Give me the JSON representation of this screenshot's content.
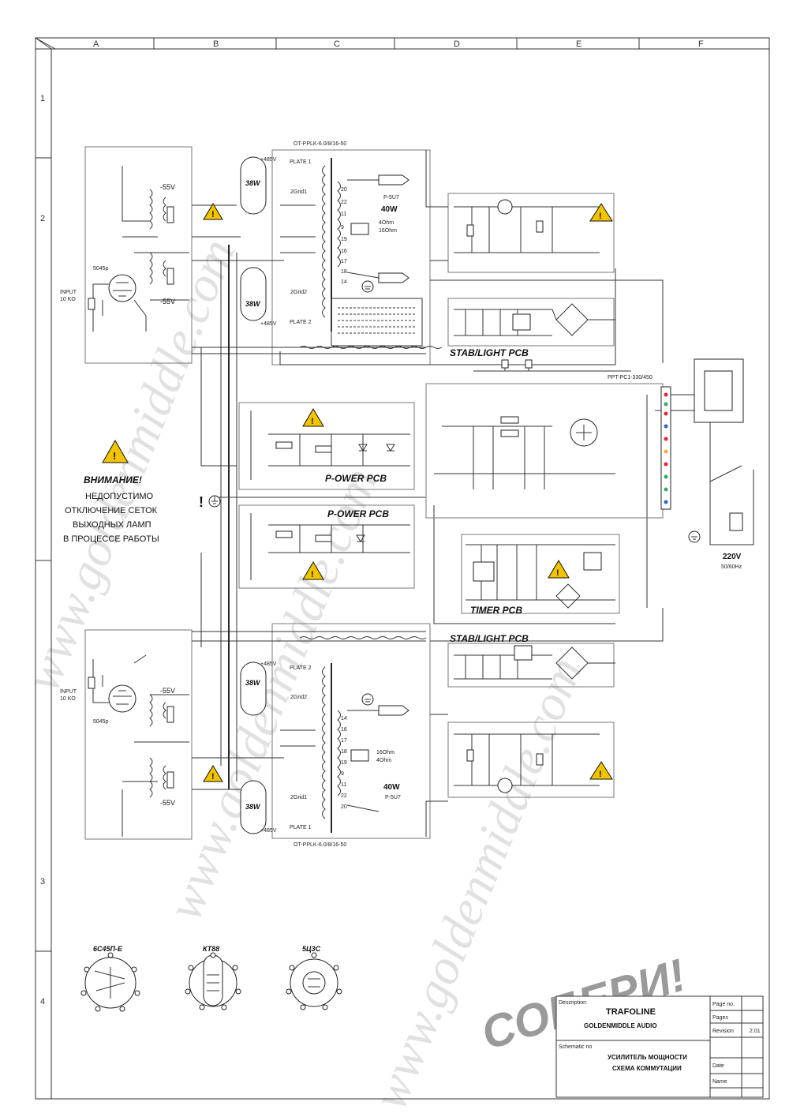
{
  "grid": {
    "columns": [
      "A",
      "B",
      "C",
      "D",
      "E",
      "F"
    ],
    "rows": [
      "1",
      "2",
      "3",
      "4"
    ]
  },
  "transformers": {
    "top": "OT-PPLK-6.0/8/16-50",
    "bottom": "OT-PPLK-6.0/8/16-50"
  },
  "output_stage": {
    "top_plate1": "PLATE 1",
    "top_plate2": "PLATE 2",
    "top_g2_1": "2Grid1",
    "top_g2_2": "2Grid2",
    "bottom_plate1": "PLATE 1",
    "bottom_plate2": "PLATE 2",
    "bottom_g2_1": "2Grid1",
    "bottom_g2_2": "2Grid2",
    "tube_power": "38W",
    "bias_label": "-55V",
    "b_plus": "+485V",
    "power_rating": "40W",
    "model": "P-5U7",
    "ohm_top_1": "4Ohm",
    "ohm_top_2": "16Ohm",
    "ohm_bottom_1": "16Ohm",
    "ohm_bottom_2": "4Ohm",
    "terminals_top": [
      "20",
      "22",
      "11",
      "9",
      "19",
      "16",
      "17",
      "18",
      "14"
    ],
    "terminals_bottom": [
      "14",
      "16",
      "17",
      "18",
      "19",
      "9",
      "11",
      "22",
      "20"
    ],
    "input_label": "INPUT",
    "input_ohm": "10 KO",
    "cap_label": "5045p"
  },
  "pcbs": {
    "stab_top": "STAB/LIGHT PCB",
    "stab_bottom": "STAB/LIGHT PCB",
    "power_1": "P-OWER PCB",
    "power_2": "P-OWER PCB",
    "timer": "TIMER PCB",
    "pt_label": "PPT-PC1-330/450",
    "mains": "220V",
    "mains_sub": "50/60Hz"
  },
  "warning": {
    "title": "ВНИМАНИЕ!",
    "lines": [
      "НЕДОПУСТИМО",
      "ОТКЛЮЧЕНИЕ СЕТОК",
      "ВЫХОДНЫХ ЛАМП",
      "В ПРОЦЕССЕ РАБОТЫ"
    ]
  },
  "tubes": {
    "t1": "6C45П-Е",
    "t2": "КТ88",
    "t3": "5Ц3С"
  },
  "watermark": {
    "text": "www.goldenmiddle.com",
    "brand": "СОБЕРИ!"
  },
  "title_block": {
    "description_label": "Description",
    "company_line1": "TRAFOLINE",
    "company_line2": "GOLDENMIDDLE AUDIO",
    "schematic_label": "Schematic no",
    "title_line1": "УСИЛИТЕЛЬ МОЩНОСТИ",
    "title_line2": "СХЕМА КОММУТАЦИИ",
    "page_no": "Page no.",
    "pages": "Pages",
    "revision": "Revision",
    "revision_value": "2.01",
    "date": "Date",
    "name": "Name"
  }
}
